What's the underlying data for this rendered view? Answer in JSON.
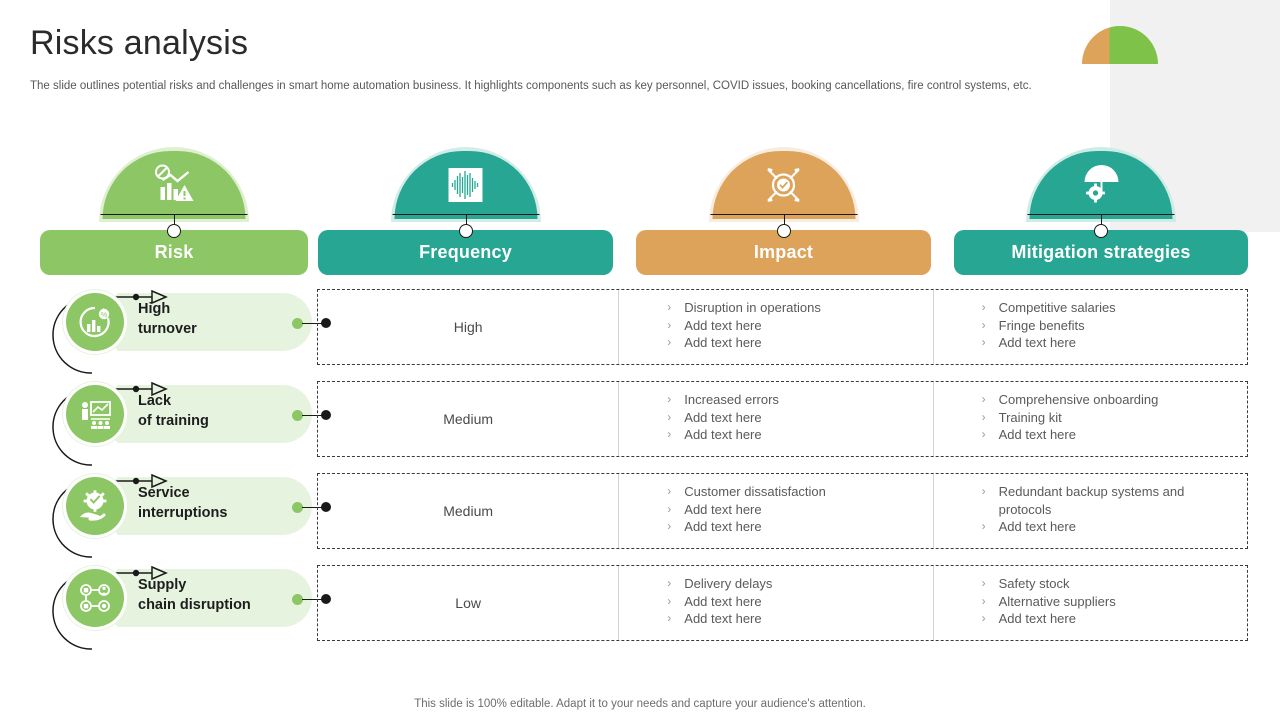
{
  "slide": {
    "title": "Risks analysis",
    "subtitle": "The slide outlines potential risks and challenges in smart home automation business. It highlights components such as key personnel, COVID issues, booking cancellations, fire control systems, etc.",
    "footer": "This slide is 100% editable. Adapt it to your needs and capture your audience's attention."
  },
  "colors": {
    "risk_green": "#8dc765",
    "teal": "#26a693",
    "orange": "#dea35b",
    "light_green_tag": "#e6f3df",
    "panel_gray": "#f1f1f1",
    "dashed_border": "#3b3b3b",
    "text_dark": "#1d1d1d",
    "text_muted": "#5a5a5a"
  },
  "columns": [
    {
      "label": "Risk",
      "icon": "chart-decline-warning-icon",
      "color": "#8dc765",
      "halo": "#dff0d2"
    },
    {
      "label": "Frequency",
      "icon": "waveform-icon",
      "color": "#26a693",
      "halo": "#d4ece7"
    },
    {
      "label": "Impact",
      "icon": "gear-target-arrows-icon",
      "color": "#dea35b",
      "halo": "#f7ece0"
    },
    {
      "label": "Mitigation strategies",
      "icon": "umbrella-gear-icon",
      "color": "#26a693",
      "halo": "#cdece6"
    }
  ],
  "rows": [
    {
      "risk": "High\nturnover",
      "risk_line1": "High",
      "risk_line2": "turnover",
      "icon": "growth-chart-percent-icon",
      "frequency": "High",
      "impact": [
        "Disruption in operations",
        "Add text here",
        "Add text here"
      ],
      "mitigation": [
        "Competitive salaries",
        "Fringe benefits",
        "Add text here"
      ]
    },
    {
      "risk": "Lack\nof training",
      "risk_line1": "Lack",
      "risk_line2": "of training",
      "icon": "training-presentation-icon",
      "frequency": "Medium",
      "impact": [
        "Increased errors",
        "Add text here",
        "Add text here"
      ],
      "mitigation": [
        "Comprehensive onboarding",
        "Training kit",
        "Add text here"
      ]
    },
    {
      "risk": "Service\ninterruptions",
      "risk_line1": "Service",
      "risk_line2": "interruptions",
      "icon": "hand-gear-service-icon",
      "frequency": "Medium",
      "impact": [
        "Customer dissatisfaction",
        "Add text here",
        "Add text here"
      ],
      "mitigation": [
        "Redundant backup systems and protocols",
        "Add text here"
      ]
    },
    {
      "risk": "Supply\nchain disruption",
      "risk_line1": "Supply",
      "risk_line2": "chain disruption",
      "icon": "supply-chain-network-icon",
      "frequency": "Low",
      "impact": [
        "Delivery delays",
        "Add text here",
        "Add text here"
      ],
      "mitigation": [
        "Safety stock",
        "Alternative suppliers",
        "Add text here"
      ]
    }
  ],
  "bullet_glyph": "›"
}
